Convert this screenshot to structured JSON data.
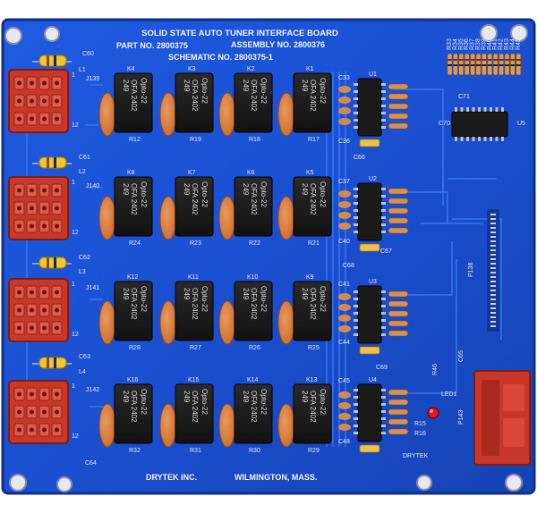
{
  "board": {
    "title": "SOLID STATE AUTO TUNER INTERFACE BOARD",
    "part_no": "PART NO. 2800375",
    "assembly_no": "ASSEMBLY NO. 2800376",
    "schematic_no": "SCHEMATIC NO. 2800375-1",
    "maker": "DRYTEK INC.",
    "location": "WILMINGTON, MASS.",
    "brand_mark": "DRYTEK",
    "colors": {
      "board": "#1a4fd0",
      "board_edge": "#0f2f8a",
      "trace": "#2e6af0",
      "silkscreen": "#f2f4ff",
      "connector_red": "#c8382a",
      "capacitor": "#d87a3c",
      "relay": "#1b1b1b",
      "led": "#e01818"
    }
  },
  "connectors": {
    "left": [
      {
        "label": "J139",
        "pin1": "1",
        "pin12": "12"
      },
      {
        "label": "J140",
        "pin1": "1",
        "pin12": "12"
      },
      {
        "label": "J141",
        "pin1": "1",
        "pin12": "12"
      },
      {
        "label": "J142",
        "pin1": "1",
        "pin12": "12"
      }
    ],
    "right": {
      "label": "P143"
    },
    "header": {
      "label": "P138"
    }
  },
  "relays": [
    {
      "ref": "K4",
      "resistor": "R12",
      "brand": "Opto-22",
      "model": "OFA 2402",
      "code": "249"
    },
    {
      "ref": "K3",
      "resistor": "R19",
      "brand": "Opto-22",
      "model": "OFA 2402",
      "code": "249"
    },
    {
      "ref": "K2",
      "resistor": "R18",
      "brand": "Opto-22",
      "model": "OFA 2402",
      "code": "249"
    },
    {
      "ref": "K1",
      "resistor": "R17",
      "brand": "Opto-22",
      "model": "OFA 2402",
      "code": "249"
    },
    {
      "ref": "K8",
      "resistor": "R24",
      "brand": "Opto-22",
      "model": "OFA 2402",
      "code": "249"
    },
    {
      "ref": "K7",
      "resistor": "R23",
      "brand": "Opto-22",
      "model": "OFA 2402",
      "code": "249"
    },
    {
      "ref": "K6",
      "resistor": "R22",
      "brand": "Opto-22",
      "model": "OFA 2402",
      "code": "249"
    },
    {
      "ref": "K5",
      "resistor": "R21",
      "brand": "Opto-22",
      "model": "OFA 2402",
      "code": "249"
    },
    {
      "ref": "K12",
      "resistor": "R28",
      "brand": "Opto-22",
      "model": "OFA 2402",
      "code": "249"
    },
    {
      "ref": "K11",
      "resistor": "R27",
      "brand": "Opto-22",
      "model": "OFA 2402",
      "code": "249"
    },
    {
      "ref": "K10",
      "resistor": "R26",
      "brand": "Opto-22",
      "model": "OFA 2402",
      "code": "249"
    },
    {
      "ref": "K9",
      "resistor": "R25",
      "brand": "Opto-22",
      "model": "OFA 2402",
      "code": "249"
    },
    {
      "ref": "K16",
      "resistor": "R32",
      "brand": "Opto-22",
      "model": "OFA 2402",
      "code": "249"
    },
    {
      "ref": "K15",
      "resistor": "R31",
      "brand": "Opto-22",
      "model": "OFA 2402",
      "code": "249"
    },
    {
      "ref": "K14",
      "resistor": "R30",
      "brand": "Opto-22",
      "model": "OFA 2402",
      "code": "249"
    },
    {
      "ref": "K13",
      "resistor": "R29",
      "brand": "Opto-22",
      "model": "OFA 2402",
      "code": "249"
    }
  ],
  "ics": [
    {
      "ref": "U1",
      "text": ""
    },
    {
      "ref": "U2",
      "text": ""
    },
    {
      "ref": "U3",
      "text": ""
    },
    {
      "ref": "U4",
      "text": ""
    },
    {
      "ref": "U5",
      "text": ""
    }
  ],
  "inductors": [
    "L1",
    "L2",
    "L3",
    "L4"
  ],
  "misc_labels": {
    "led": "LED1",
    "c65": "C65",
    "r46": "R46",
    "r15": "R15",
    "r16": "R16",
    "c66": "C66",
    "c68": "C68",
    "c69": "C69",
    "c67": "C67",
    "c70": "C70",
    "c71": "C71",
    "c33": "C33",
    "c36": "C36",
    "c37": "C37",
    "c40": "C40",
    "c41": "C41",
    "c44": "C44",
    "c45": "C45",
    "c48": "C48",
    "c60": "C60",
    "c61": "C61",
    "c62": "C62",
    "c63": "C63",
    "c64": "C64"
  },
  "resistor_bank_labels": [
    "R33",
    "R34",
    "R35",
    "R36",
    "R37",
    "R38",
    "R39",
    "R40",
    "R41",
    "R42",
    "R43",
    "R44",
    "R45"
  ]
}
